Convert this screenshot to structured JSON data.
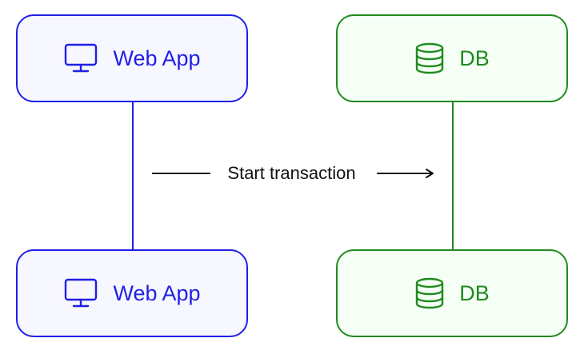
{
  "participants": {
    "web_app": {
      "label": "Web App",
      "icon": "monitor-icon",
      "color": "#1f1fe6",
      "fill": "#f7f7ff"
    },
    "db": {
      "label": "DB",
      "icon": "database-icon",
      "color": "#1f8a1f",
      "fill": "#f5fff5"
    }
  },
  "message": {
    "label": "Start transaction",
    "from": "Web App",
    "to": "DB",
    "color": "#111111"
  }
}
